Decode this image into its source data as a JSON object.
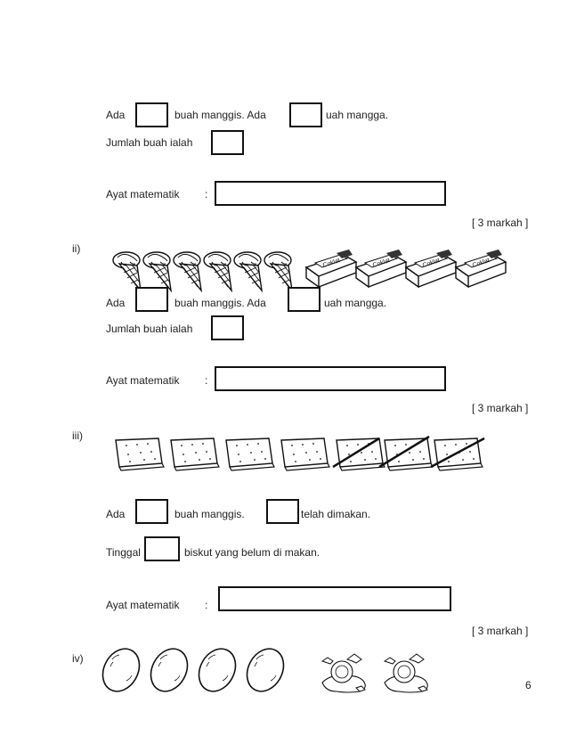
{
  "q_i": {
    "line1": {
      "ada": "Ada",
      "mid": "buah manggis. Ada",
      "end": "uah mangga."
    },
    "line2": "Jumlah buah ialah",
    "ayat": "Ayat matematik",
    "colon": ":",
    "markah": "[ 3 markah ]"
  },
  "q_ii": {
    "label": "ii)",
    "line1": {
      "ada": "Ada",
      "mid": "buah manggis. Ada",
      "end": "uah mangga."
    },
    "line2": "Jumlah buah ialah",
    "ayat": "Ayat matematik",
    "colon": ":",
    "markah": "[ 3 markah ]",
    "icons": [
      "ice-cream-cone-icon",
      "chocolate-bar-icon"
    ],
    "choc_text": "Coklat"
  },
  "q_iii": {
    "label": "iii)",
    "line1": {
      "ada": "Ada",
      "mid": "buah manggis.",
      "end": "telah dimakan."
    },
    "line2": {
      "start": "Tinggal",
      "end": "biskut yang belum di makan."
    },
    "ayat": "Ayat matematik",
    "colon": ":",
    "markah": "[ 3 markah ]",
    "icons": [
      "biscuit-icon"
    ]
  },
  "q_iv": {
    "label": "iv)",
    "icons": [
      "egg-icon",
      "cracked-egg-icon"
    ]
  },
  "page_number": "6"
}
